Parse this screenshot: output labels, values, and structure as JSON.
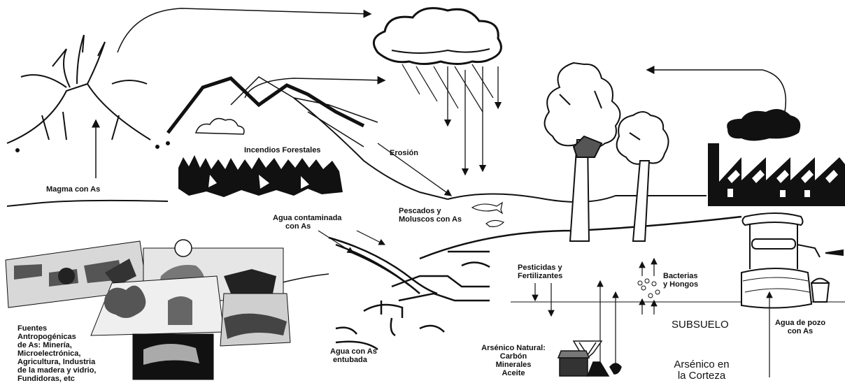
{
  "labels": {
    "magma": "Magma con As",
    "incendios": "Incendios Forestales",
    "erosion": "Erosión",
    "pescados": "Pescados y",
    "moluscos": "Moluscos con As",
    "agua_contaminada_1": "Agua contaminada",
    "agua_contaminada_2": "con As",
    "pesticidas_1": "Pesticidas y",
    "pesticidas_2": "Fertilizantes",
    "bacterias_1": "Bacterias",
    "bacterias_2": "y Hongos",
    "subsuelo": "SUBSUELO",
    "agua_pozo_1": "Agua de pozo",
    "agua_pozo_2": "con As",
    "agua_entubada_1": "Agua con As",
    "agua_entubada_2": "entubada",
    "arsenico_natural_1": "Arsénico Natural:",
    "arsenico_natural_2": "Carbón",
    "arsenico_natural_3": "Minerales",
    "arsenico_natural_4": "Aceite",
    "arsenico_corteza_1": "Arsénico en",
    "arsenico_corteza_2": "la Corteza",
    "fuentes_1": "Fuentes",
    "fuentes_2": "Antropogénicas",
    "fuentes_3": "de As: Minería,",
    "fuentes_4": "Microelectrónica,",
    "fuentes_5": "Agricultura, Industria",
    "fuentes_6": "de la madera y vidrio,",
    "fuentes_7": "Fundidoras, etc"
  }
}
